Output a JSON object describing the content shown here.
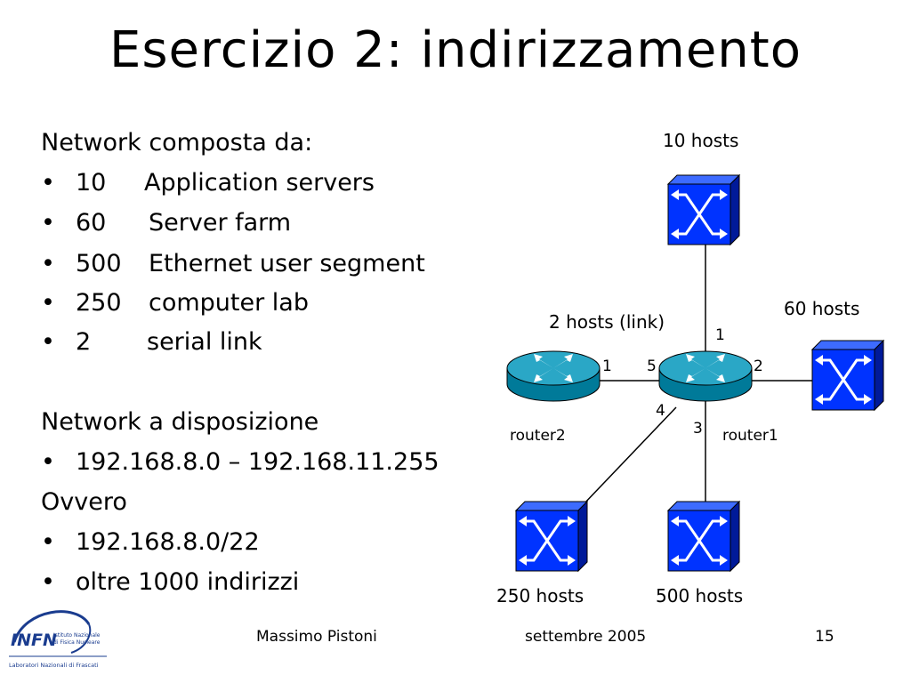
{
  "title": "Esercizio 2: indirizzamento",
  "network": {
    "heading": "Network composta da:",
    "items": [
      {
        "count": "10",
        "name": "Application servers"
      },
      {
        "count": "60",
        "name": "Server farm"
      },
      {
        "count": "500",
        "name": "Ethernet user segment"
      },
      {
        "count": "250",
        "name": "computer lab"
      },
      {
        "count": "2",
        "name": "serial link"
      }
    ]
  },
  "available": {
    "heading": "Network a disposizione",
    "range": "192.168.8.0 – 192.168.11.255",
    "or_label": "Ovvero",
    "prefix": "192.168.8.0/22",
    "note": "oltre 1000 indirizzi"
  },
  "diagram": {
    "switch_labels": {
      "top": "10 hosts",
      "right": "60 hosts",
      "bottom_left": "250 hosts",
      "bottom_right": "500 hosts"
    },
    "link_label": "2 hosts (link)",
    "routers": {
      "left": "router2",
      "right": "router1"
    },
    "ports": {
      "router2_link": "1",
      "router1_top": "1",
      "router1_right": "2",
      "router1_bottom": "3",
      "router1_diag": "4",
      "router1_link": "5"
    },
    "colors": {
      "switch_face": "#0033ff",
      "switch_side": "#001a99",
      "router_face": "#0086a8",
      "router_top": "#2aa7c6"
    }
  },
  "footer": {
    "author": "Massimo Pistoni",
    "date": "settembre 2005",
    "page": "15"
  },
  "logo": {
    "name": "INFN",
    "line1": "Istituto Nazionale",
    "line2": "di Fisica Nucleare",
    "line3": "Laboratori Nazionali di Frascati"
  }
}
